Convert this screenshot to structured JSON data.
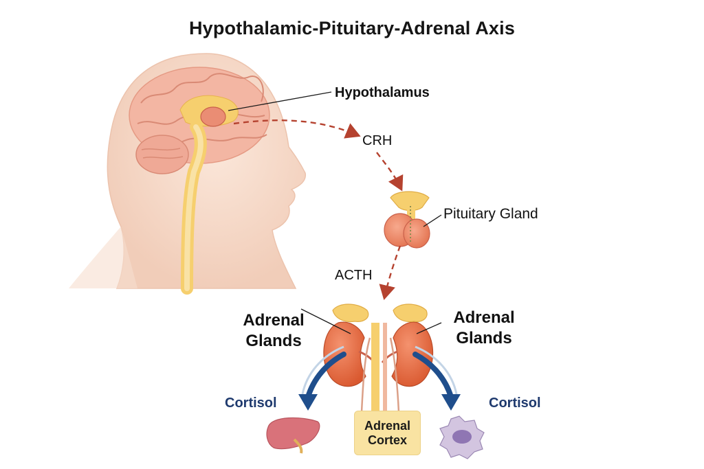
{
  "title": "Hypothalamic-Pituitary-Adrenal Axis",
  "labels": {
    "hypothalamus": "Hypothalamus",
    "crh": "CRH",
    "pituitary": "Pituitary Gland",
    "acth": "ACTH",
    "adrenal_left_line1": "Adrenal",
    "adrenal_left_line2": "Glands",
    "adrenal_right_line1": "Adrenal",
    "adrenal_right_line2": "Glands",
    "cortisol_left": "Cortisol",
    "cortisol_right": "Cortisol",
    "cortex_line1": "Adrenal",
    "cortex_line2": "Cortex"
  },
  "colors": {
    "arrow_dashed": "#b5422f",
    "arrow_cortisol": "#1f4e8c",
    "skin": "#f7dccb",
    "brain": "#f2b4a2",
    "kidney": "#e66f4a",
    "gland_yellow": "#f6cf6e",
    "liver": "#d9727a",
    "cell": "#c9b9d8"
  }
}
